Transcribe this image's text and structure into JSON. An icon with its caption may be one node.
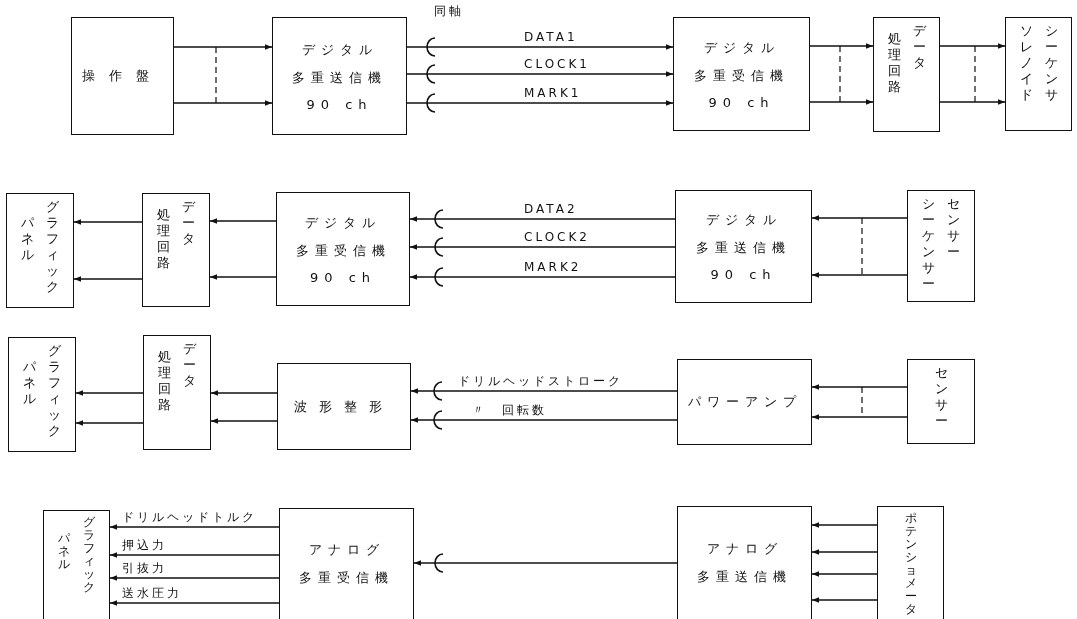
{
  "diagram": {
    "nodes": [
      {
        "text": [
          "操作盤"
        ]
      },
      {
        "text": [
          "デジタル",
          "多重送信機",
          "90 ch"
        ]
      },
      {
        "text": [
          "デジタル",
          "多重受信機",
          "90 ch"
        ]
      },
      {
        "text": [
          "処理回路",
          "データ"
        ]
      },
      {
        "text": [
          "ソレノイド",
          "シーケンサ"
        ]
      },
      {
        "text": [
          "パネル",
          "グラフィック"
        ]
      },
      {
        "text": [
          "処理回路",
          "データ"
        ]
      },
      {
        "text": [
          "デジタル",
          "多重受信機",
          "90 ch"
        ]
      },
      {
        "text": [
          "デジタル",
          "多重送信機",
          "90 ch"
        ]
      },
      {
        "text": [
          "シーケンサー",
          "センサー"
        ]
      },
      {
        "text": [
          "パネル",
          "グラフィック"
        ]
      },
      {
        "text": [
          "処理回路",
          "データ"
        ]
      },
      {
        "text": [
          "波形整形"
        ]
      },
      {
        "text": [
          "パワーアンプ"
        ]
      },
      {
        "text": [
          "センサー"
        ]
      },
      {
        "text": [
          "パネル",
          "グラフィック"
        ]
      },
      {
        "text": [
          "アナログ",
          "多重受信機"
        ]
      },
      {
        "text": [
          "アナログ",
          "多重送信機"
        ]
      },
      {
        "text": [
          "ポテンショメータ"
        ]
      }
    ],
    "edges": [
      {
        "from": 0,
        "to": 1,
        "arrow": "to"
      },
      {
        "from": 0,
        "to": 1,
        "arrow": "to"
      },
      {
        "from": 1,
        "to": 2,
        "arrow": "to",
        "label": "DATA1"
      },
      {
        "from": 1,
        "to": 2,
        "arrow": "to",
        "label": "CLOCK1"
      },
      {
        "from": 1,
        "to": 2,
        "arrow": "to",
        "label": "MARK1"
      },
      {
        "from": 2,
        "to": 3,
        "arrow": "to"
      },
      {
        "from": 2,
        "to": 3,
        "arrow": "to"
      },
      {
        "from": 3,
        "to": 4,
        "arrow": "to"
      },
      {
        "from": 3,
        "to": 4,
        "arrow": "to"
      },
      {
        "from": 9,
        "to": 8,
        "arrow": "to"
      },
      {
        "from": 9,
        "to": 8,
        "arrow": "to"
      },
      {
        "from": 8,
        "to": 7,
        "arrow": "to",
        "label": "DATA2"
      },
      {
        "from": 8,
        "to": 7,
        "arrow": "to",
        "label": "CLOCK2"
      },
      {
        "from": 8,
        "to": 7,
        "arrow": "to",
        "label": "MARK2"
      },
      {
        "from": 7,
        "to": 6,
        "arrow": "to"
      },
      {
        "from": 7,
        "to": 6,
        "arrow": "to"
      },
      {
        "from": 6,
        "to": 5,
        "arrow": "to"
      },
      {
        "from": 6,
        "to": 5,
        "arrow": "to"
      },
      {
        "from": 14,
        "to": 13,
        "arrow": "to"
      },
      {
        "from": 14,
        "to": 13,
        "arrow": "to"
      },
      {
        "from": 13,
        "to": 12,
        "arrow": "to",
        "label": "ドリルヘッドストローク"
      },
      {
        "from": 13,
        "to": 12,
        "arrow": "to",
        "label": "〃　回転数"
      },
      {
        "from": 12,
        "to": 11,
        "arrow": "to"
      },
      {
        "from": 12,
        "to": 11,
        "arrow": "to"
      },
      {
        "from": 11,
        "to": 10,
        "arrow": "to"
      },
      {
        "from": 11,
        "to": 10,
        "arrow": "to"
      },
      {
        "from": 18,
        "to": 17,
        "arrow": "to"
      },
      {
        "from": 18,
        "to": 17,
        "arrow": "to"
      },
      {
        "from": 18,
        "to": 17,
        "arrow": "to"
      },
      {
        "from": 18,
        "to": 17,
        "arrow": "to"
      },
      {
        "from": 17,
        "to": 16,
        "arrow": "to"
      },
      {
        "from": 16,
        "to": 15,
        "arrow": "to",
        "label": "ドリルヘッドトルク"
      },
      {
        "from": 16,
        "to": 15,
        "arrow": "to",
        "label": "押込力"
      },
      {
        "from": 16,
        "to": 15,
        "arrow": "to",
        "label": "引抜力"
      },
      {
        "from": 16,
        "to": 15,
        "arrow": "to",
        "label": "送水圧力"
      }
    ],
    "labels": [
      "同軸"
    ]
  }
}
